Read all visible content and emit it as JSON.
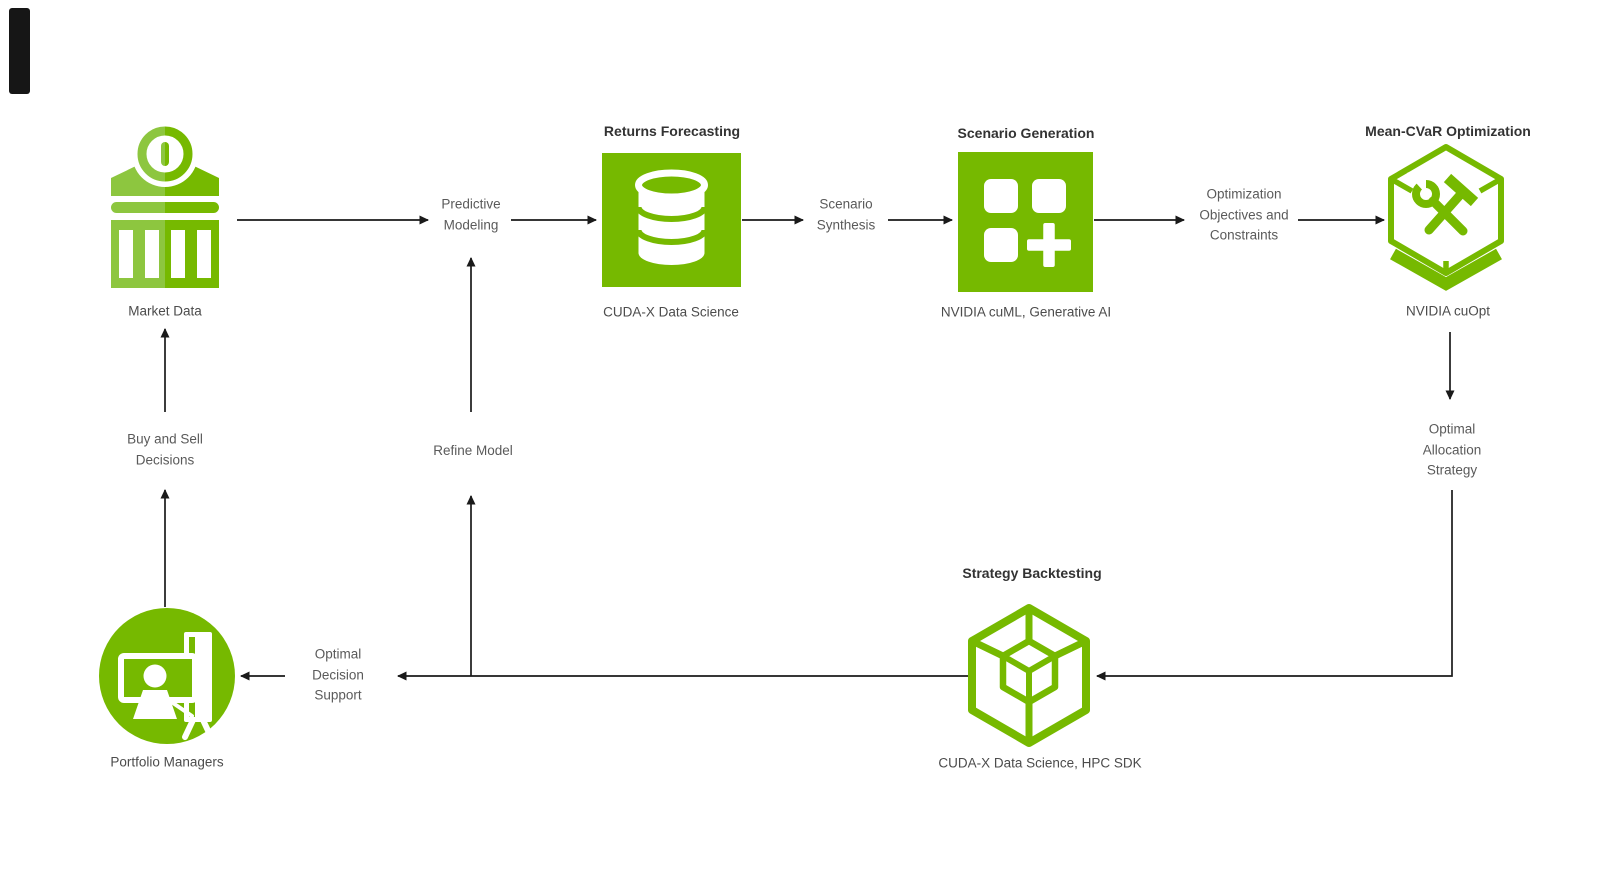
{
  "colors": {
    "accent": "#76b900",
    "accent_light": "#8dc63f",
    "arrow": "#1a1a1a",
    "title_text": "#333333",
    "node_label_text": "#4c4c4c",
    "connector_text": "#5a5a5a"
  },
  "nodes": {
    "market_data": {
      "icon": "bank-icon",
      "label": "Market Data"
    },
    "returns_forecasting": {
      "icon": "database-icon",
      "title": "Returns Forecasting",
      "label": "CUDA-X Data Science"
    },
    "scenario_generation": {
      "icon": "grid-plus-icon",
      "title": "Scenario Generation",
      "label": "NVIDIA cuML, Generative AI"
    },
    "mean_cvar_optimization": {
      "icon": "hexagon-tools-icon",
      "title": "Mean-CVaR Optimization",
      "label": "NVIDIA cuOpt"
    },
    "strategy_backtesting": {
      "icon": "cube-icon",
      "title": "Strategy Backtesting",
      "label": "CUDA-X Data Science, HPC SDK"
    },
    "portfolio_managers": {
      "icon": "presenter-icon",
      "label": "Portfolio Managers"
    }
  },
  "connectors": {
    "predictive_modeling": {
      "lines": [
        "Predictive",
        "Modeling"
      ]
    },
    "scenario_synthesis": {
      "lines": [
        "Scenario",
        "Synthesis"
      ]
    },
    "optimization_objectives": {
      "lines": [
        "Optimization",
        "Objectives and",
        "Constraints"
      ]
    },
    "optimal_allocation": {
      "lines": [
        "Optimal",
        "Allocation",
        "Strategy"
      ]
    },
    "buy_and_sell": {
      "lines": [
        "Buy and Sell",
        "Decisions"
      ]
    },
    "optimal_decision": {
      "lines": [
        "Optimal",
        "Decision",
        "Support"
      ]
    },
    "refine_model": {
      "lines": [
        "Refine Model"
      ]
    }
  }
}
